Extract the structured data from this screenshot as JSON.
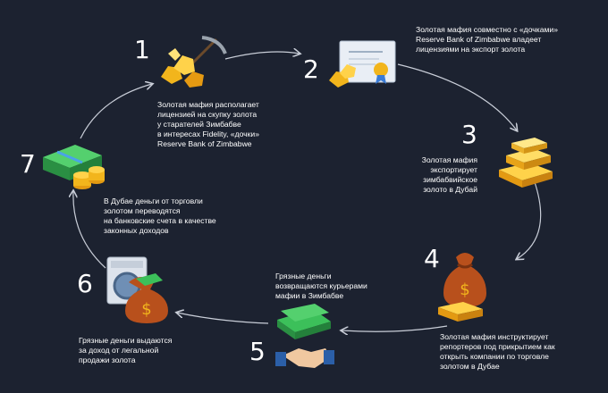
{
  "steps": [
    {
      "number": "1",
      "text": "Золотая мафия располагает\nлицензией на скупку золота\nу старателей Зимбабве\nв интересах Fidelity, «дочки»\nReserve Bank of Zimbabwe"
    },
    {
      "number": "2",
      "text": "Золотая мафия совместно с «дочками»\nReserve Bank of Zimbabwe владеет\nлицензиями на экспорт золота"
    },
    {
      "number": "3",
      "text": "Золотая мафия\nэкспортирует\nзимбабвийское\nзолото в Дубай"
    },
    {
      "number": "4",
      "text": "Золотая мафия инструктирует\nрепортеров под прикрытием как\nоткрыть компании по торговле\nзолотом в Дубае"
    },
    {
      "number": "5",
      "text": "Грязные деньги\nвозвращаются курьерами\nмафии в Зимбабве"
    },
    {
      "number": "6",
      "text": "Грязные деньги выдаются\nза доход от легальной\nпродажи золота"
    },
    {
      "number": "7",
      "text": "В Дубае деньги от торговли\nзолотом переводятся\nна банковские счета в качестве\nзаконных доходов"
    }
  ],
  "icons": [
    "gold-nuggets-pickaxe-icon",
    "gold-license-certificate-icon",
    "gold-bars-icon",
    "money-bag-gold-bars-icon",
    "handshake-cash-icon",
    "washing-machine-money-bag-icon",
    "cash-stack-coins-icon"
  ],
  "colors": {
    "background": "#1c2230",
    "arrow": "#c9ced8",
    "gold": "#f2b51c",
    "money": "#2fa84a",
    "bag": "#b8501c"
  }
}
